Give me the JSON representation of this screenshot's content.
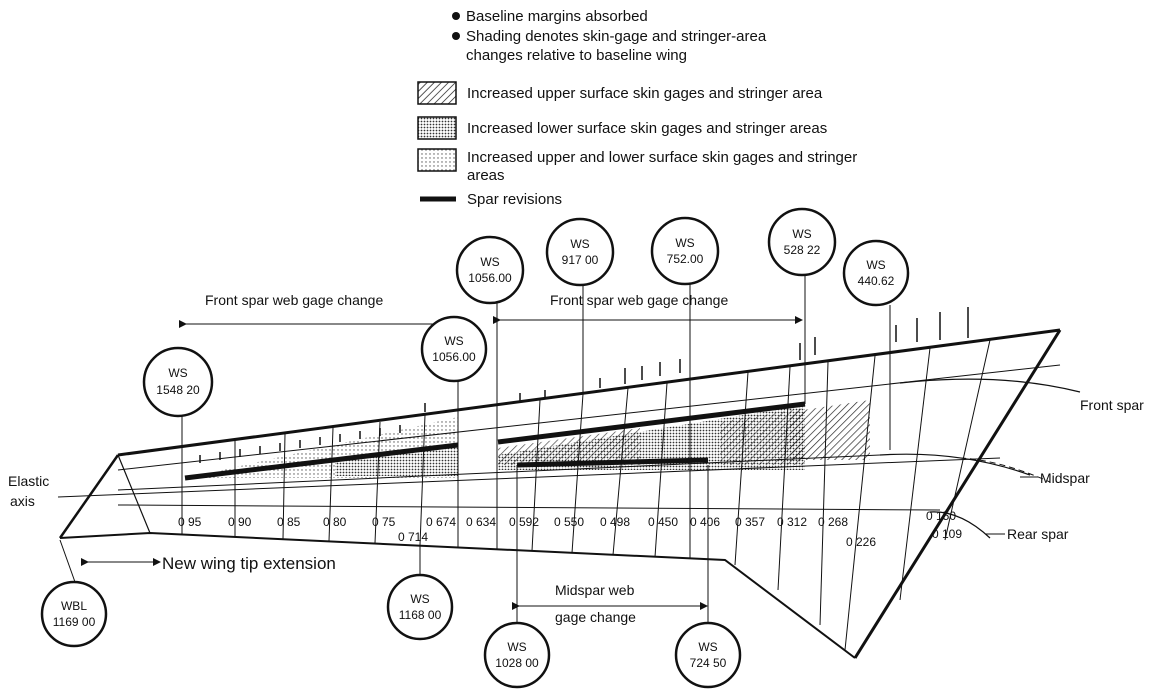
{
  "notes": {
    "line1": "Baseline margins absorbed",
    "line2a": "Shading denotes skin-gage and stringer-area",
    "line2b": "changes relative to baseline wing"
  },
  "legend": [
    {
      "key": "upper",
      "text1": "Increased upper surface skin gages and stringer area",
      "text2": ""
    },
    {
      "key": "lower",
      "text1": "Increased lower surface skin gages and stringer areas",
      "text2": ""
    },
    {
      "key": "both",
      "text1": "Increased upper and lower surface skin gages and stringer",
      "text2": "areas"
    },
    {
      "key": "spar",
      "text1": "Spar revisions",
      "text2": ""
    }
  ],
  "labels": {
    "front_spar_change": "Front spar web gage change",
    "front_spar": "Front spar",
    "midspar": "Midspar",
    "rear_spar": "Rear spar",
    "elastic_1": "Elastic",
    "elastic_2": "axis",
    "new_tip": "New wing tip extension",
    "midspar_change_1": "Midspar web",
    "midspar_change_2": "gage change"
  },
  "stations": [
    {
      "id": "ws-1548",
      "l1": "WS",
      "l2": "1548 20"
    },
    {
      "id": "ws-1056-low",
      "l1": "WS",
      "l2": "1056.00"
    },
    {
      "id": "ws-1056-high",
      "l1": "WS",
      "l2": "1056.00"
    },
    {
      "id": "ws-917",
      "l1": "WS",
      "l2": "917 00"
    },
    {
      "id": "ws-752",
      "l1": "WS",
      "l2": "752.00"
    },
    {
      "id": "ws-528",
      "l1": "WS",
      "l2": "528 22"
    },
    {
      "id": "ws-440",
      "l1": "WS",
      "l2": "440.62"
    },
    {
      "id": "wbl-1169",
      "l1": "WBL",
      "l2": "1169 00"
    },
    {
      "id": "ws-1168",
      "l1": "WS",
      "l2": "1168 00"
    },
    {
      "id": "ws-1028",
      "l1": "WS",
      "l2": "1028 00"
    },
    {
      "id": "ws-724",
      "l1": "WS",
      "l2": "724 50"
    }
  ],
  "eta_ticks": [
    "0 95",
    "0 90",
    "0 85",
    "0 80",
    "0 75",
    "0 714",
    "0 674",
    "0 634",
    "0 592",
    "0 550",
    "0 498",
    "0 450",
    "0 406",
    "0 357",
    "0 312",
    "0 268",
    "0 226",
    "0 150",
    "0 109"
  ]
}
